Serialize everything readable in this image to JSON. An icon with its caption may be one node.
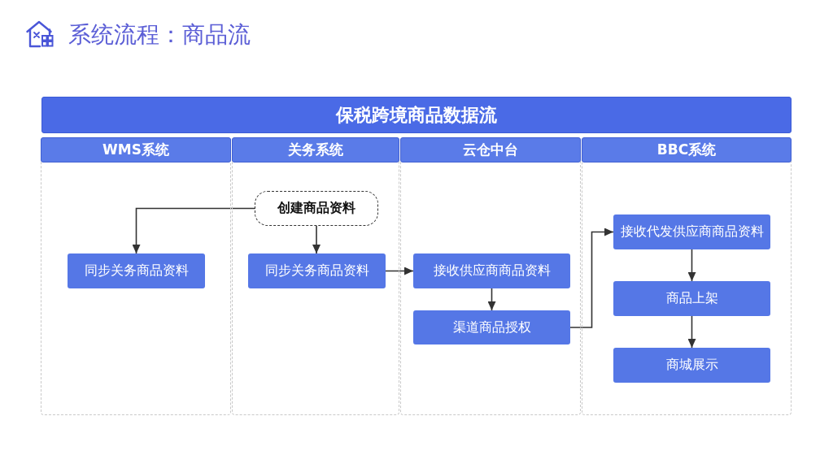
{
  "diagram": {
    "title": "系统流程：商品流",
    "nodes": [
      {
        "text": [
          "保税跨境商品数据流"
        ]
      },
      {
        "text": [
          "WMS系统"
        ]
      },
      {
        "text": [
          "关务系统"
        ]
      },
      {
        "text": [
          "云仓中台"
        ]
      },
      {
        "text": [
          "BBC系统"
        ]
      },
      {
        "text": [
          "同步关务商品资料"
        ],
        "in": 1
      },
      {
        "text": [
          "创建商品资料"
        ],
        "in": 2
      },
      {
        "text": [
          "同步关务商品资料"
        ],
        "in": 2
      },
      {
        "text": [
          "接收供应商商品资料"
        ],
        "in": 3
      },
      {
        "text": [
          "渠道商品授权"
        ],
        "in": 3
      },
      {
        "text": [
          "接收代发供应商商品资料"
        ],
        "in": 4
      },
      {
        "text": [
          "商品上架"
        ],
        "in": 4
      },
      {
        "text": [
          "商城展示"
        ],
        "in": 4
      }
    ],
    "edges": [
      {
        "from": 6,
        "to": 5,
        "arrow": "to"
      },
      {
        "from": 6,
        "to": 7,
        "arrow": "to"
      },
      {
        "from": 7,
        "to": 8,
        "arrow": "to"
      },
      {
        "from": 8,
        "to": 9,
        "arrow": "to"
      },
      {
        "from": 9,
        "to": 10,
        "arrow": "to"
      },
      {
        "from": 10,
        "to": 11,
        "arrow": "to"
      },
      {
        "from": 11,
        "to": 12,
        "arrow": "to"
      }
    ]
  }
}
